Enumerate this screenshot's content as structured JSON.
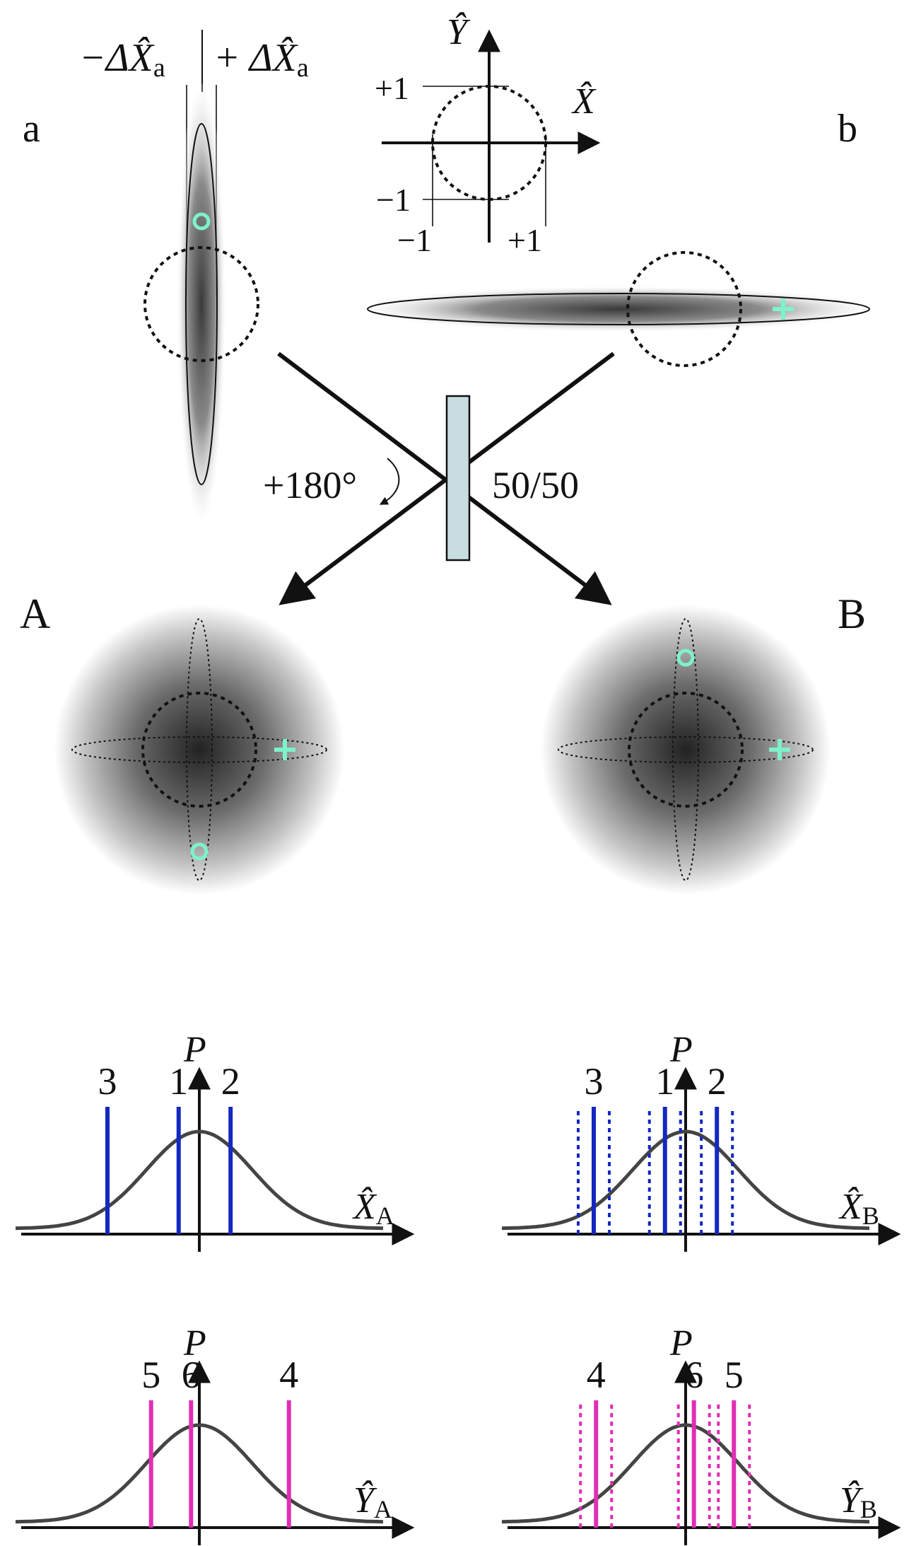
{
  "panel_labels": {
    "a": "a",
    "b": "b",
    "A": "A",
    "B": "B"
  },
  "annotations": {
    "minus_delta_x": "−ΔX̂",
    "plus_delta_x": "+ ΔX̂",
    "delta_sub": "a",
    "rotation": "+180°",
    "beamsplitter": "50/50"
  },
  "phase_space_inset": {
    "x_axis": "X̂",
    "y_axis": "Ŷ",
    "ticks": {
      "y_plus": "+1",
      "y_minus": "−1",
      "x_minus": "−1",
      "x_plus": "+1"
    }
  },
  "colors": {
    "measurement_x": "#1428c0",
    "measurement_y": "#e02fb4",
    "marker": "#7ef2c8",
    "curve": "#444444",
    "beamsplitter_fill": "#c9dde0"
  },
  "markers": {
    "circle_icon": "o",
    "cross_icon": "+"
  },
  "plots": [
    {
      "id": "xa",
      "axis_label": "X̂",
      "axis_sub": "A",
      "prob_label": "P",
      "lines": [
        {
          "label": "3",
          "x": -2.0,
          "dashed": false
        },
        {
          "label": "1",
          "x": -0.45,
          "dashed": false
        },
        {
          "label": "2",
          "x": 0.68,
          "dashed": false
        }
      ]
    },
    {
      "id": "xb",
      "axis_label": "X̂",
      "axis_sub": "B",
      "prob_label": "P",
      "lines": [
        {
          "label": "3",
          "x": -2.0,
          "dashed": true
        },
        {
          "label": "1",
          "x": -0.45,
          "dashed": true
        },
        {
          "label": "2",
          "x": 0.68,
          "dashed": true
        }
      ]
    },
    {
      "id": "ya",
      "axis_label": "Ŷ",
      "axis_sub": "A",
      "prob_label": "P",
      "lines": [
        {
          "label": "5",
          "x": -1.05,
          "dashed": false
        },
        {
          "label": "6",
          "x": -0.18,
          "dashed": false
        },
        {
          "label": "4",
          "x": 1.95,
          "dashed": false
        }
      ]
    },
    {
      "id": "yb",
      "axis_label": "Ŷ",
      "axis_sub": "B",
      "prob_label": "P",
      "lines": [
        {
          "label": "4",
          "x": -1.95,
          "dashed": true
        },
        {
          "label": "6",
          "x": 0.18,
          "dashed": true
        },
        {
          "label": "5",
          "x": 1.05,
          "dashed": true
        }
      ]
    }
  ]
}
